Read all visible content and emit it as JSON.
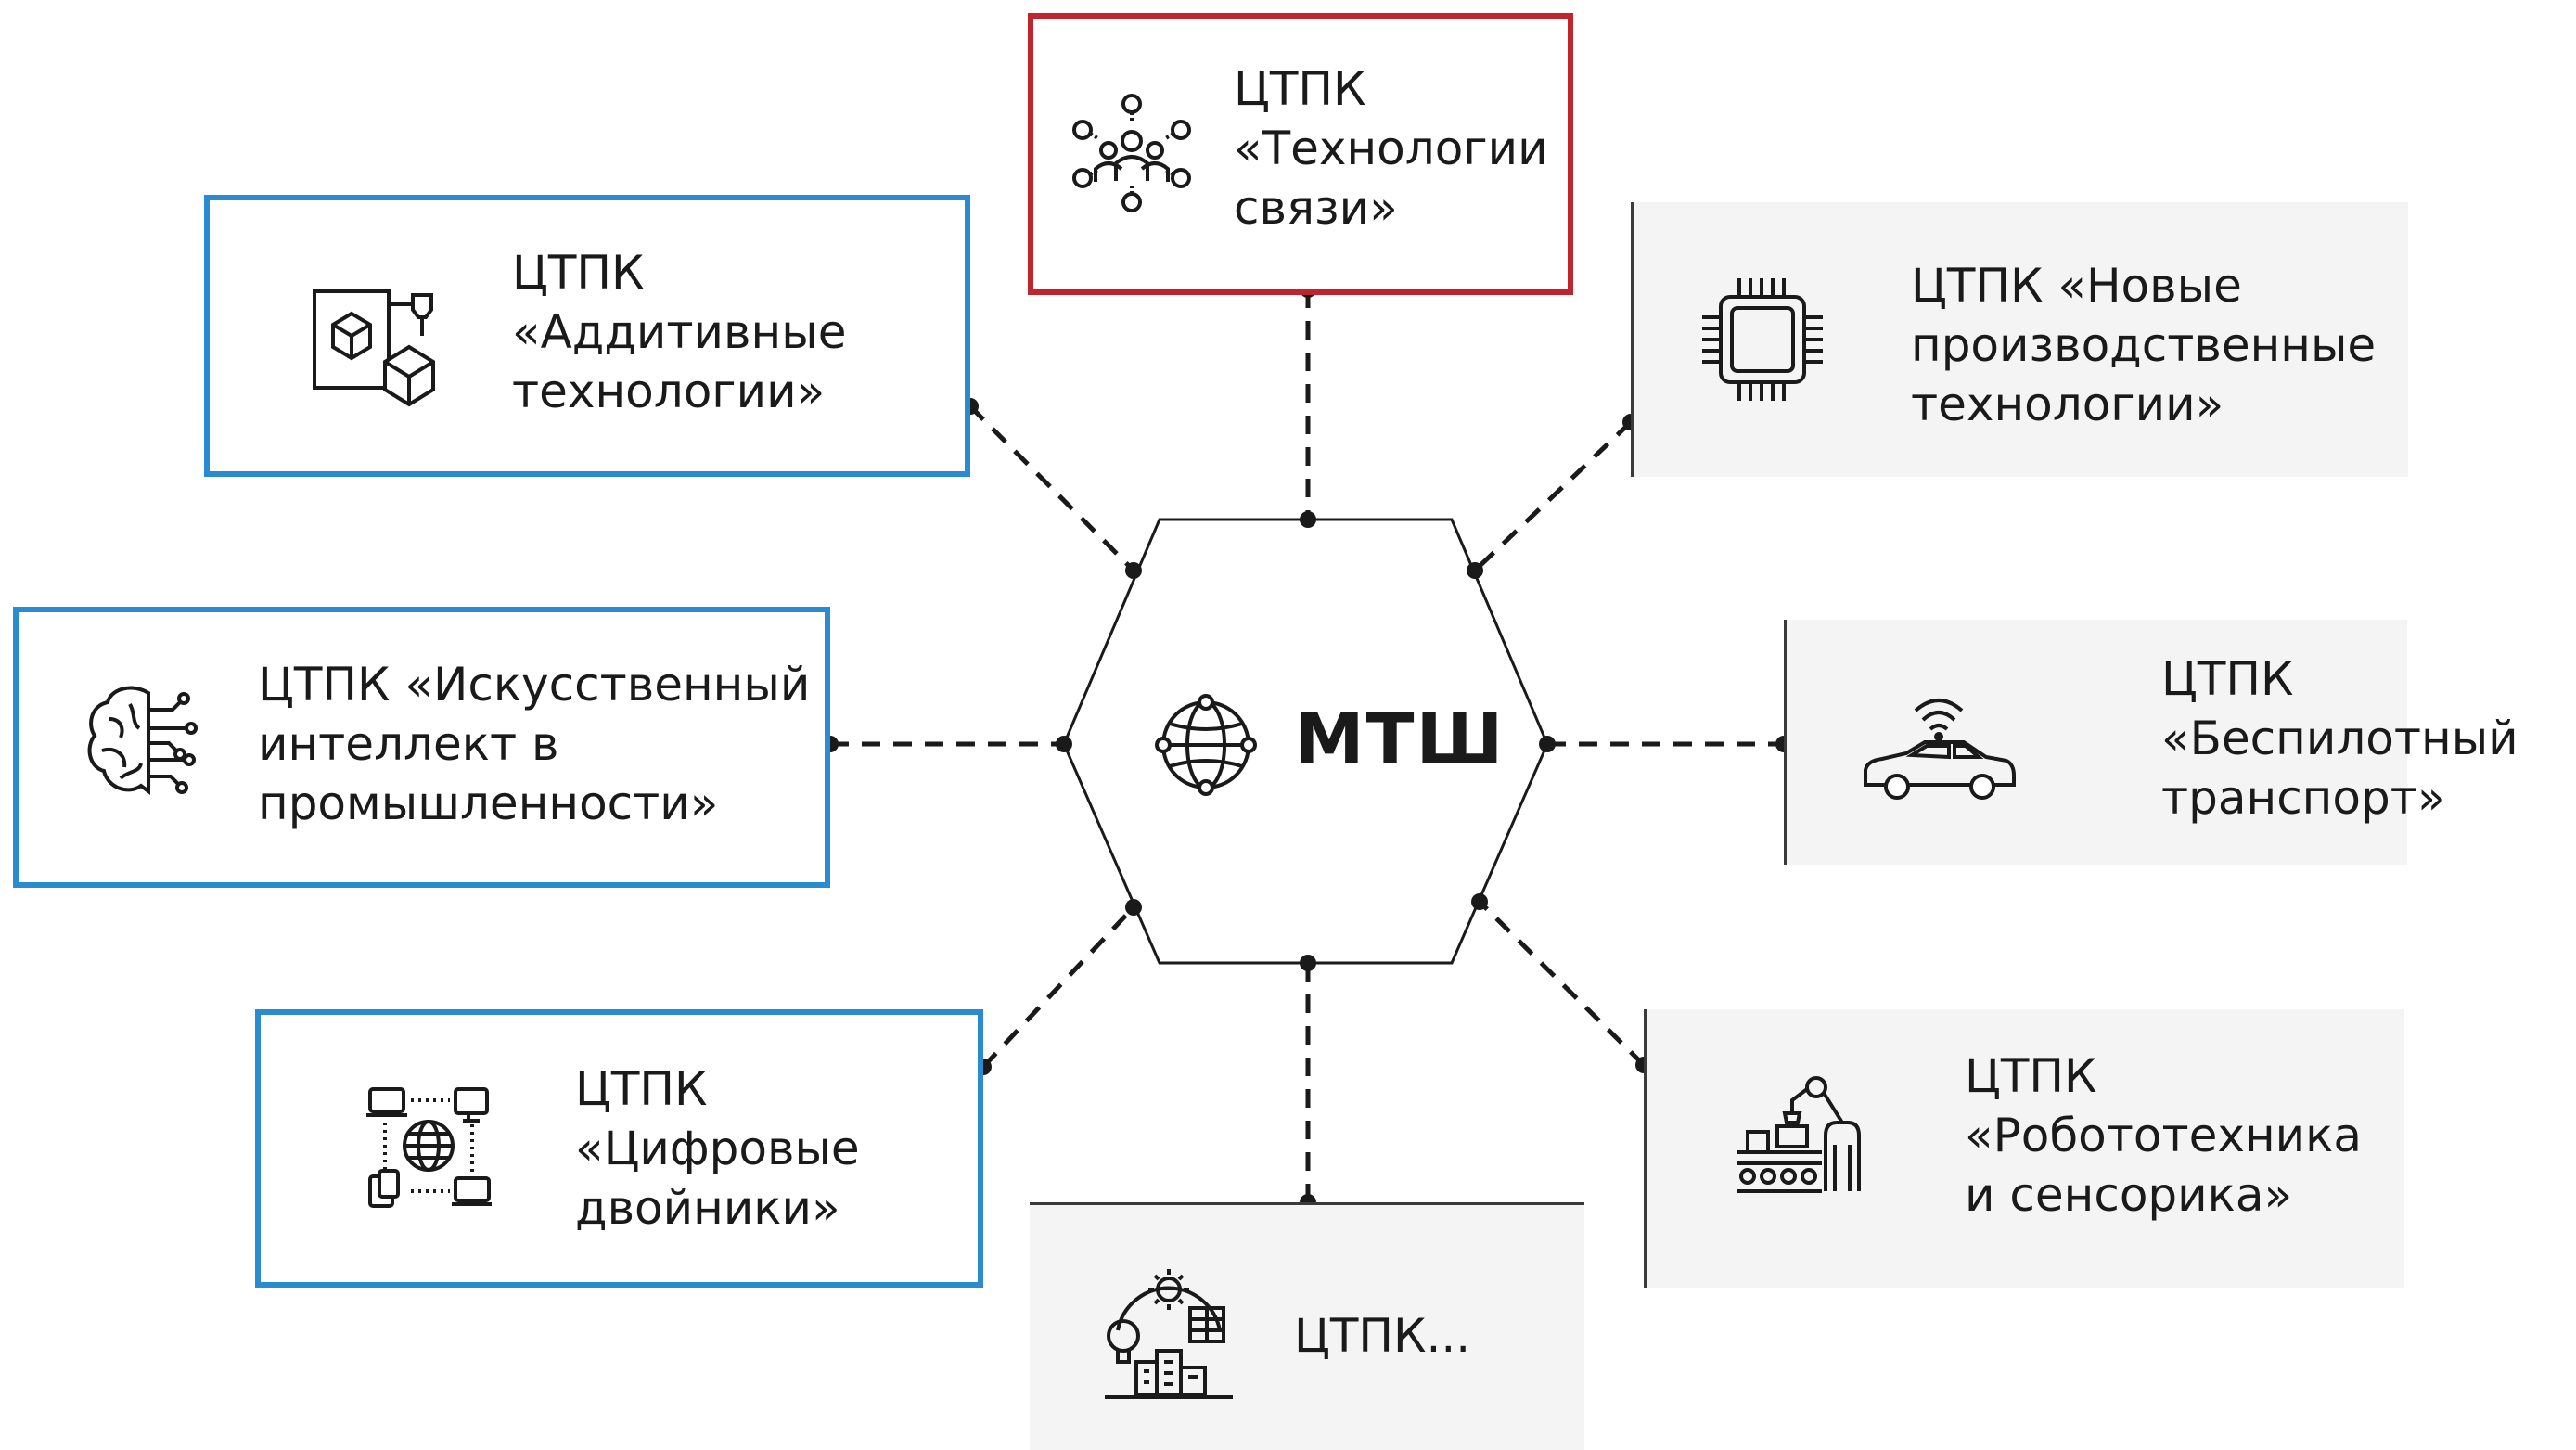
{
  "center": {
    "label": "МТШ",
    "icon": "globe-network-icon"
  },
  "nodes": {
    "communications": {
      "lines": [
        "ЦТПК",
        "«Технологии",
        "связи»"
      ],
      "icon": "team-network-icon",
      "style": "red"
    },
    "additive": {
      "lines": [
        "ЦТПК",
        "«Аддитивные",
        "технологии»"
      ],
      "icon": "3d-printer-cube-icon",
      "style": "blue"
    },
    "manufacturing": {
      "lines": [
        "ЦТПК «Новые",
        "производственные",
        "технологии»"
      ],
      "icon": "microchip-icon",
      "style": "grey"
    },
    "ai": {
      "lines": [
        "ЦТПК «Искусственный",
        "интеллект в",
        "промышленности»"
      ],
      "icon": "brain-circuit-icon",
      "style": "blue"
    },
    "unmanned": {
      "lines": [
        "ЦТПК",
        "«Беспилотный",
        "транспорт»"
      ],
      "icon": "connected-car-icon",
      "style": "grey"
    },
    "digital_twins": {
      "lines": [
        "ЦТПК",
        "«Цифровые",
        "двойники»"
      ],
      "icon": "devices-globe-icon",
      "style": "blue"
    },
    "robotics": {
      "lines": [
        "ЦТПК",
        "«Робототехника",
        "и сенсорика»"
      ],
      "icon": "robot-arm-icon",
      "style": "grey"
    },
    "other": {
      "lines": [
        "ЦТПК..."
      ],
      "icon": "smart-city-icon",
      "style": "grey"
    }
  },
  "colors": {
    "blue": "#2a8bd0",
    "red": "#c0242f",
    "grey": "#f4f4f4",
    "line": "#1a1a1a"
  }
}
